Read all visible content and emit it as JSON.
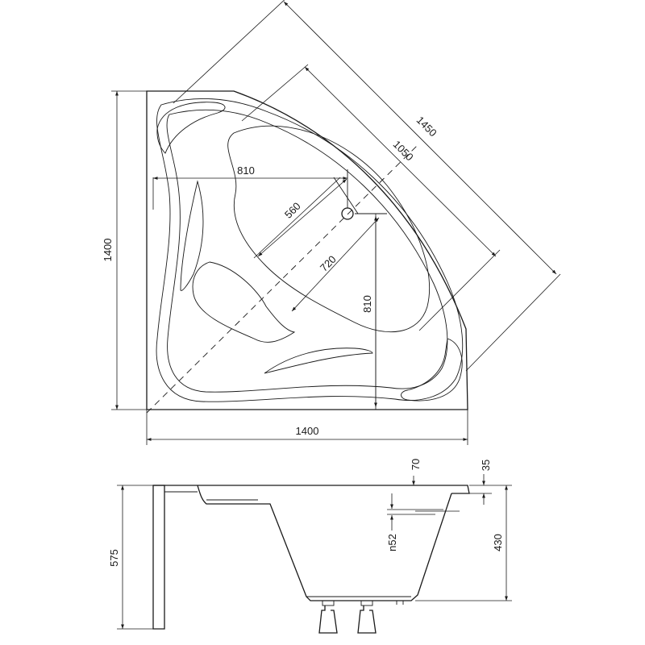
{
  "top_view": {
    "dimensions": {
      "left_height": "1400",
      "bottom_width": "1400",
      "inner_width": "810",
      "inner_height": "810",
      "diag_outer": "1450",
      "diag_mid": "1050",
      "diag_inner": "720",
      "diag_small": "560"
    }
  },
  "side_view": {
    "dimensions": {
      "total_height": "575",
      "basin_depth": "430",
      "rim_70": "70",
      "rim_35": "35",
      "overflow_n52": "n52"
    }
  }
}
